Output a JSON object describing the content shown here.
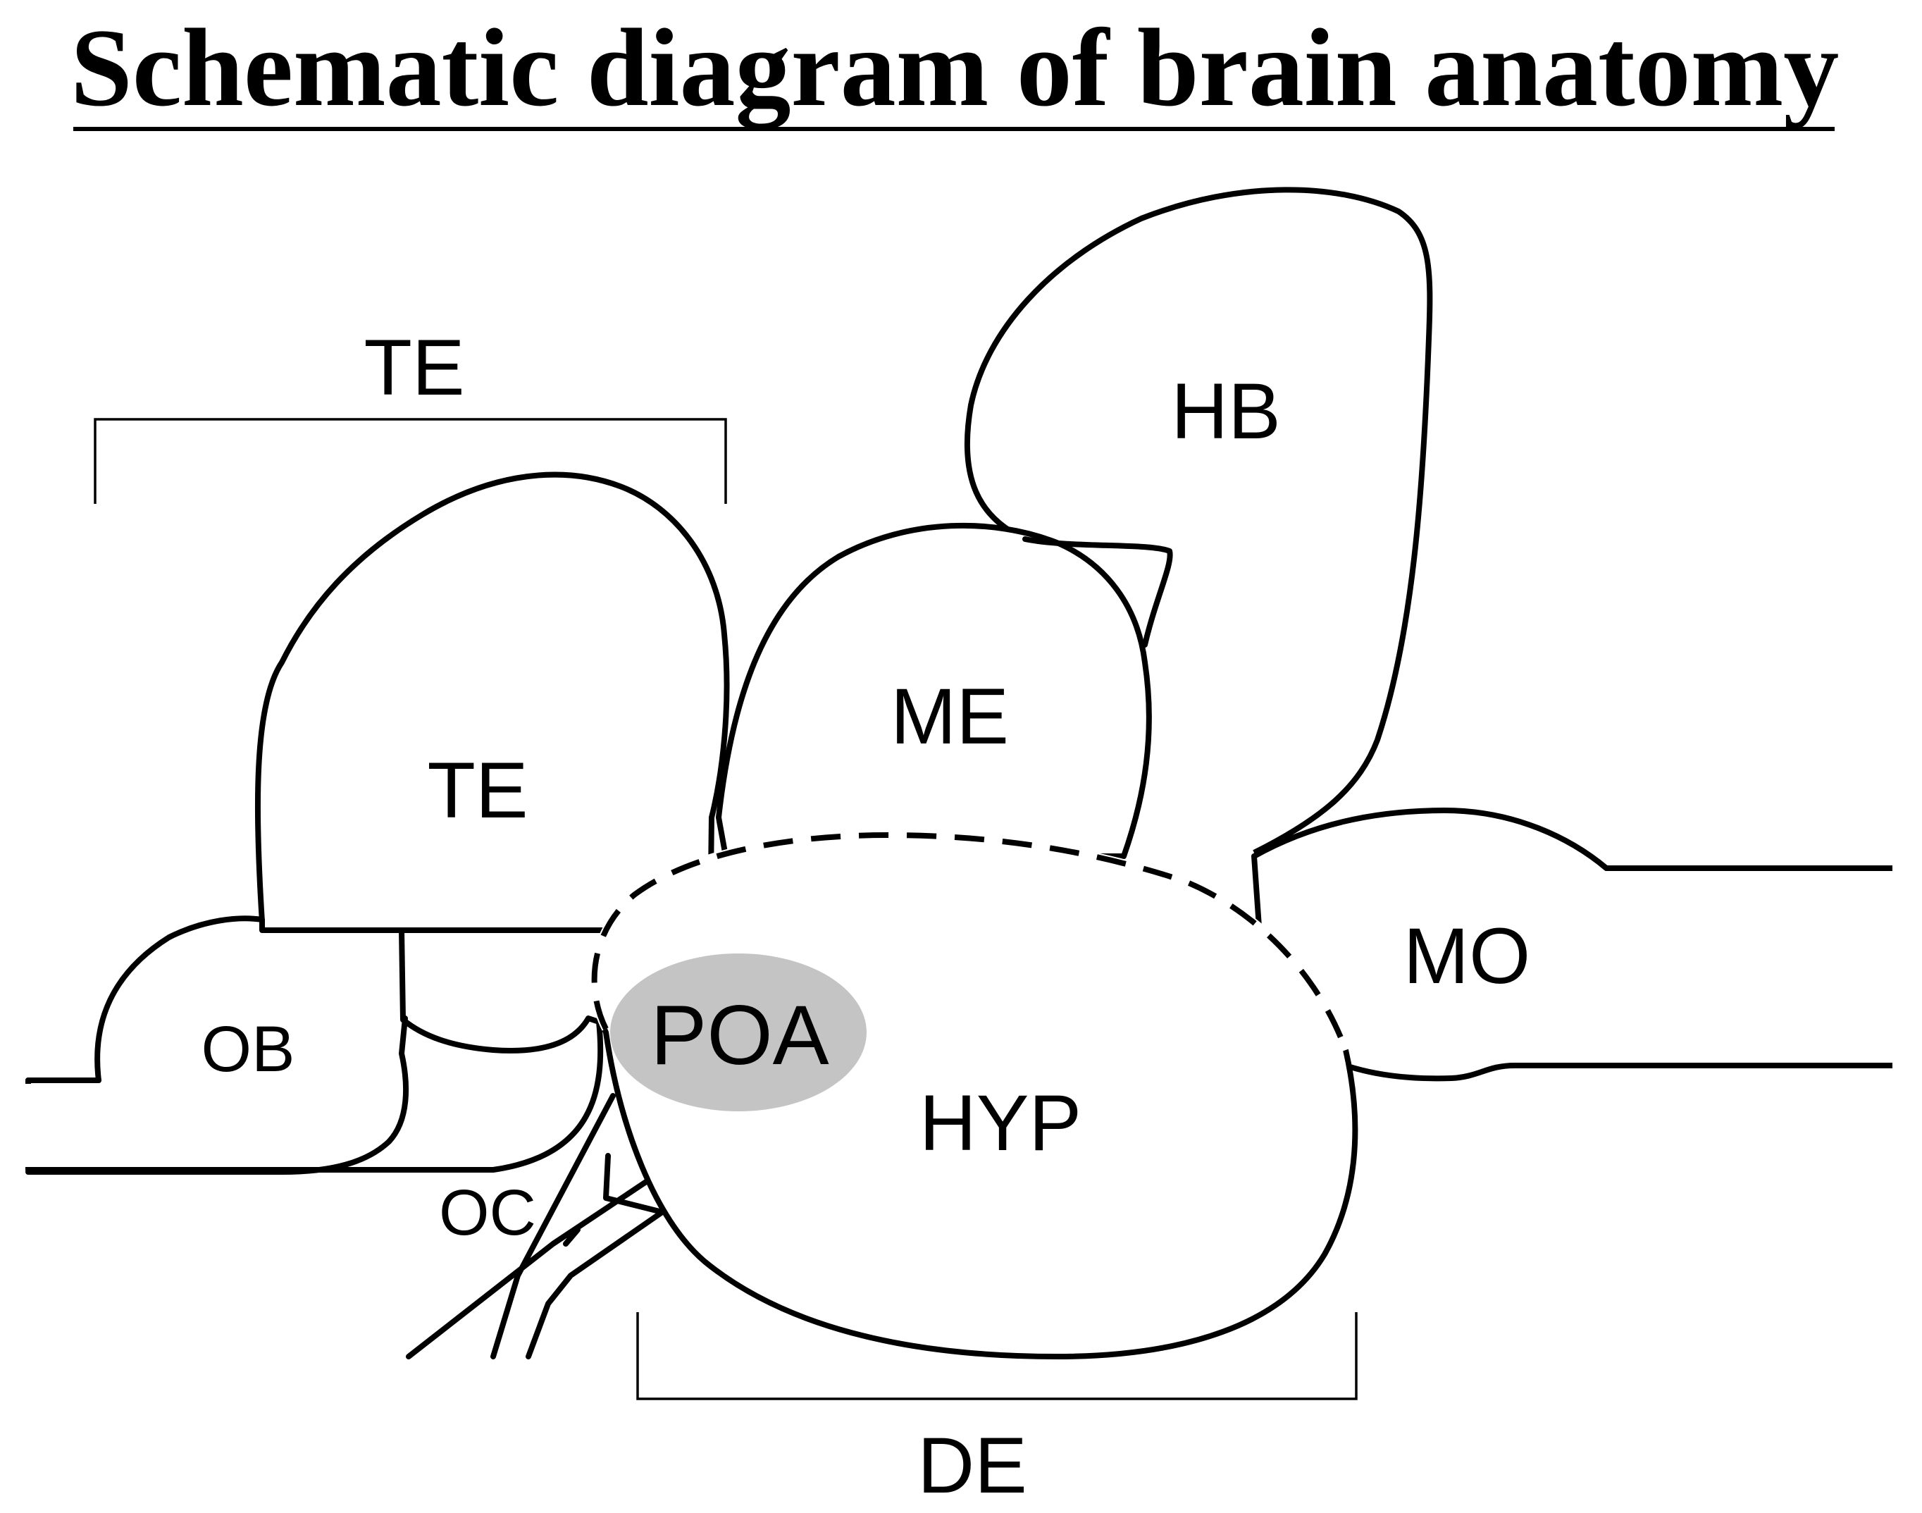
{
  "title": "Schematic diagram of brain anatomy",
  "labels": {
    "te_bracket": "TE",
    "te": "TE",
    "hb": "HB",
    "me": "ME",
    "mo": "MO",
    "ob": "OB",
    "poa": "POA",
    "hyp": "HYP",
    "oc": "OC",
    "de_bracket": "DE"
  },
  "colors": {
    "line": "#000000",
    "poa_fill": "#c4c4c4",
    "background": "#ffffff"
  }
}
